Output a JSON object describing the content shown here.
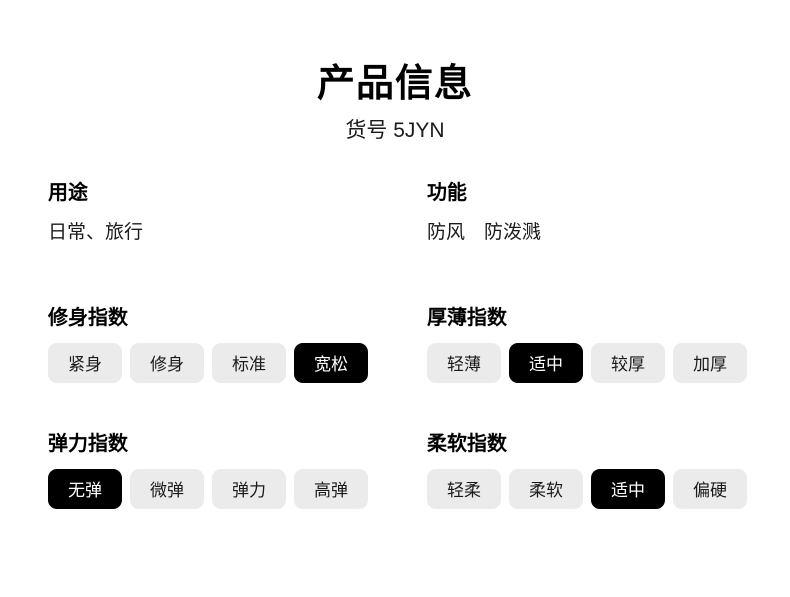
{
  "header": {
    "title": "产品信息",
    "subtitle": "货号 5JYN"
  },
  "info_sections": [
    {
      "heading": "用途",
      "text": "日常、旅行"
    },
    {
      "heading": "功能",
      "text": "防风　防泼溅"
    }
  ],
  "index_sections": [
    {
      "heading": "修身指数",
      "options": [
        "紧身",
        "修身",
        "标准",
        "宽松"
      ],
      "selected": "宽松",
      "selected_index": 3
    },
    {
      "heading": "厚薄指数",
      "options": [
        "轻薄",
        "适中",
        "较厚",
        "加厚"
      ],
      "selected": "适中",
      "selected_index": 1
    },
    {
      "heading": "弹力指数",
      "options": [
        "无弹",
        "微弹",
        "弹力",
        "高弹"
      ],
      "selected": "无弹",
      "selected_index": 0
    },
    {
      "heading": "柔软指数",
      "options": [
        "轻柔",
        "柔软",
        "适中",
        "偏硬"
      ],
      "selected": "适中",
      "selected_index": 2
    }
  ],
  "colors": {
    "background": "#ffffff",
    "text": "#1a1a1a",
    "heading": "#000000",
    "chip_background": "#ebebeb",
    "chip_selected_background": "#000000",
    "chip_selected_text": "#ffffff"
  }
}
